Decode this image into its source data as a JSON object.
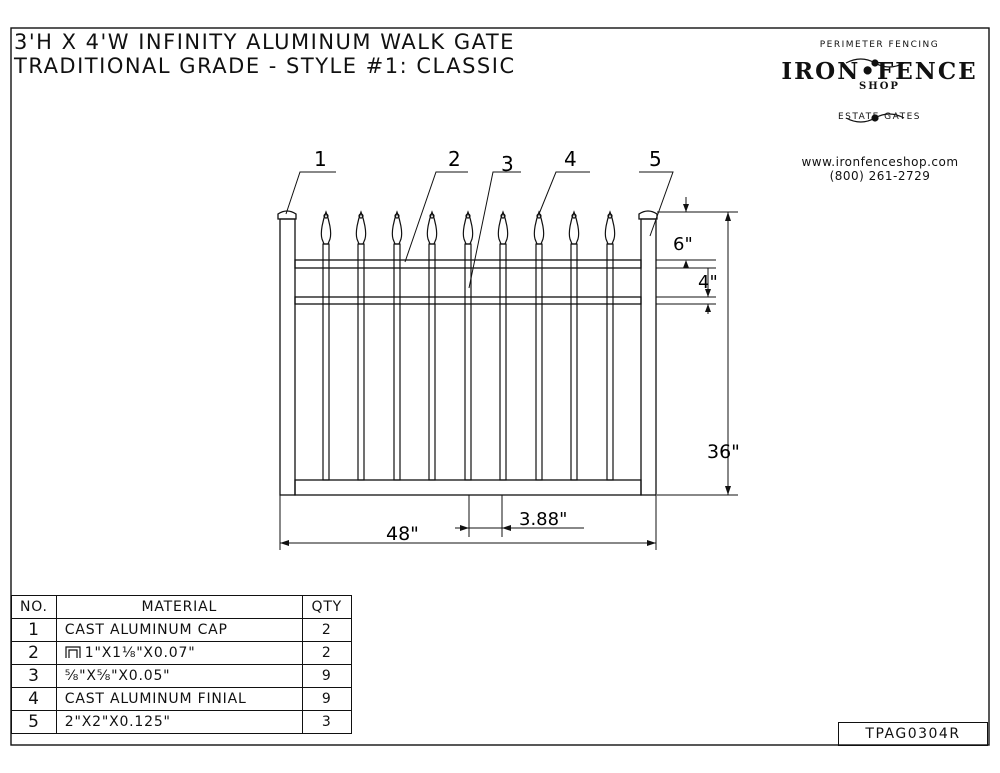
{
  "title": {
    "line1": "3'H X 4'W INFINITY ALUMINUM WALK GATE",
    "line2": "TRADITIONAL GRADE - STYLE #1: CLASSIC"
  },
  "logo": {
    "top_arc": "PERIMETER FENCING",
    "name": "IRON•FENCE",
    "sub": "SHOP",
    "bottom_arc": "ESTATE GATES"
  },
  "contact": {
    "website": "www.ironfenceshop.com",
    "phone": "(800) 261-2729"
  },
  "callouts": [
    "1",
    "2",
    "3",
    "4",
    "5"
  ],
  "dimensions": {
    "top_spacing": "6\"",
    "rail_spacing": "4\"",
    "height": "36\"",
    "width": "48\"",
    "picket_spacing": "3.88\""
  },
  "bom": {
    "headers": {
      "no": "NO.",
      "material": "MATERIAL",
      "qty": "QTY"
    },
    "rows": [
      {
        "no": "1",
        "material": "CAST ALUMINUM CAP",
        "qty": "2"
      },
      {
        "no": "2",
        "material": "1\"X1⅛\"X0.07\"",
        "icon": "u-channel-icon",
        "qty": "2"
      },
      {
        "no": "3",
        "material": "⅝\"X⅝\"X0.05\"",
        "qty": "9"
      },
      {
        "no": "4",
        "material": "CAST ALUMINUM FINIAL",
        "qty": "9"
      },
      {
        "no": "5",
        "material": "2\"X2\"X0.125\"",
        "qty": "3"
      }
    ]
  },
  "drawing_number": "TPAG0304R"
}
